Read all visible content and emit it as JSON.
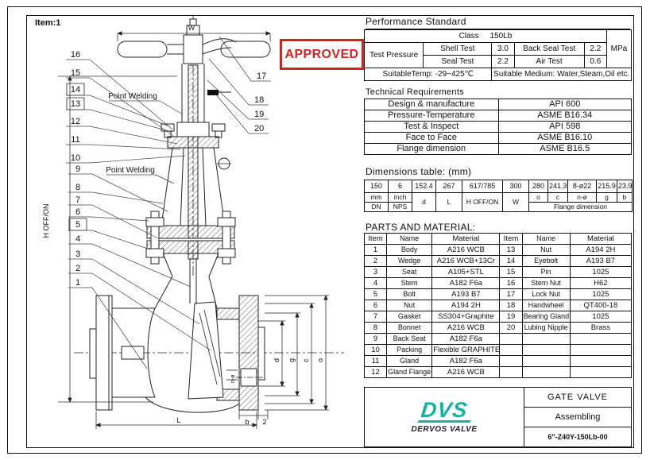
{
  "item_label": "Item:1",
  "stamp": {
    "text": "APPROVED",
    "color": "#d92121"
  },
  "performance": {
    "title": "Performance Standard",
    "class_label": "Class",
    "class_value": "150Lb",
    "unit": "MPa",
    "test_pressure_label": "Test Pressure",
    "shell_label": "Shell Test",
    "shell_value": "3.0",
    "backseal_label": "Back Seal Test",
    "backseal_value": "2.2",
    "seal_label": "Seal Test",
    "seal_value": "2.2",
    "air_label": "Air Test",
    "air_value": "0.6",
    "temp": "SuitableTemp: -29~425℃",
    "medium": "Suitable Medium: Water,Steam,Oil etc."
  },
  "technical": {
    "title": "Technical Requirements",
    "rows": [
      [
        "Design & manufacture",
        "API 600"
      ],
      [
        "Pressure-Temperature",
        "ASME B16.34"
      ],
      [
        "Test & Inspect",
        "API 598"
      ],
      [
        "Face to Face",
        "ASME B16.10"
      ],
      [
        "Flange dimension",
        "ASME B16.5"
      ]
    ]
  },
  "dimensions": {
    "title": "Dimensions table: (mm)",
    "values": [
      "150",
      "6",
      "152.4",
      "267",
      "617/785",
      "300",
      "280",
      "241.3",
      "8-ø22",
      "215.9",
      "23.9"
    ],
    "row2": [
      "mm",
      "inch",
      "d",
      "L",
      "H OFF/ON",
      "W",
      "o",
      "c",
      "n-ø",
      "g",
      "b"
    ],
    "row3": [
      "DN",
      "NPS",
      "Flange dimension"
    ]
  },
  "parts": {
    "title": "PARTS AND MATERIAL:",
    "headers": [
      "Item",
      "Name",
      "Material",
      "Item",
      "Name",
      "Material"
    ],
    "rows": [
      [
        "1",
        "Body",
        "A216 WCB",
        "13",
        "Nut",
        "A194 2H"
      ],
      [
        "2",
        "Wedge",
        "A216 WCB+13Cr",
        "14",
        "Eyebolt",
        "A193 B7"
      ],
      [
        "3",
        "Seat",
        "A105+STL",
        "15",
        "Pin",
        "1025"
      ],
      [
        "4",
        "Stem",
        "A182 F6a",
        "16",
        "Stem Nut",
        "H62"
      ],
      [
        "5",
        "Bolt",
        "A193 B7",
        "17",
        "Lock Nut",
        "1025"
      ],
      [
        "6",
        "Nut",
        "A194 2H",
        "18",
        "Handwheel",
        "QT400-18"
      ],
      [
        "7",
        "Gasket",
        "SS304+Graphite",
        "19",
        "Bearing Gland",
        "1025"
      ],
      [
        "8",
        "Bonnet",
        "A216 WCB",
        "20",
        "Lubing Nipple",
        "Brass"
      ],
      [
        "9",
        "Back Seat",
        "A182 F6a",
        "",
        "",
        ""
      ],
      [
        "10",
        "Packing",
        "Flexible GRAPHITE",
        "",
        "",
        ""
      ],
      [
        "11",
        "Gland",
        "A182 F6a",
        "",
        "",
        ""
      ],
      [
        "12",
        "Gland Flange",
        "A216 WCB",
        "",
        "",
        ""
      ]
    ]
  },
  "titleblock": {
    "logo_text": "DVS",
    "company": "DERVOS VALVE",
    "product": "GATE VALVE",
    "stage": "Assembling",
    "drawing_no": "6\"-Z40Y-150Lb-00",
    "logo_color": "#14b3a4"
  },
  "drawing": {
    "callouts_left": [
      "16",
      "15",
      "14",
      "13",
      "12",
      "11",
      "10",
      "9",
      "8",
      "7",
      "6",
      "5",
      "4",
      "3",
      "2",
      "1"
    ],
    "callouts_right": [
      "17",
      "18",
      "19",
      "20"
    ],
    "note1": "Point Welding",
    "note2": "Point Welding",
    "dim_w": "W",
    "dim_h": "H OFF/ON",
    "dim_l": "L",
    "dim_d": "d",
    "dim_g": "g",
    "dim_c": "c",
    "dim_o": "o",
    "dim_b": "b",
    "dim_2": "2",
    "dim_n": "n-ø"
  }
}
